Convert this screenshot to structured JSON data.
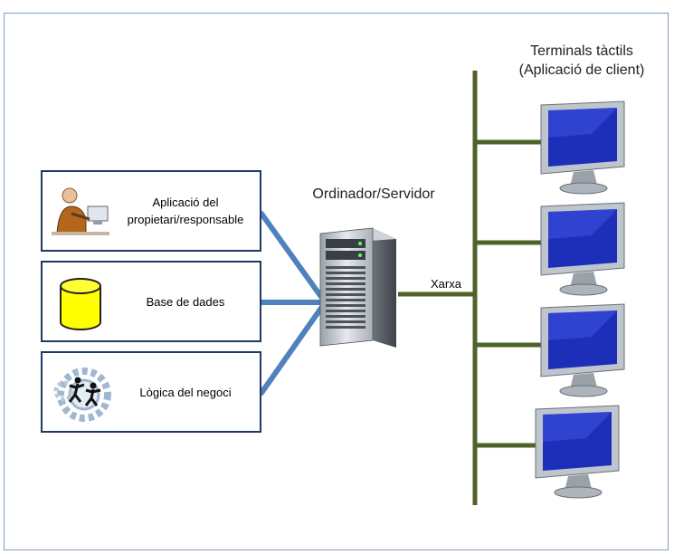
{
  "boxes": [
    {
      "label": "Aplicació del\npropietari/responsable",
      "icon": "person-at-computer-icon"
    },
    {
      "label": "Base de dades",
      "icon": "database-cylinder-icon"
    },
    {
      "label": "Lògica del negoci",
      "icon": "business-logic-gears-icon"
    }
  ],
  "server": {
    "label": "Ordinador/Servidor",
    "icon": "server-tower-icon"
  },
  "network": {
    "label": "Xarxa"
  },
  "terminals": {
    "title": "Terminals tàctils\n(Aplicació de client)",
    "icon": "monitor-icon"
  },
  "colors": {
    "box_border": "#1f3864",
    "link_line": "#4f81bd",
    "bus_line": "#4f6228",
    "database": "#ffff00"
  }
}
